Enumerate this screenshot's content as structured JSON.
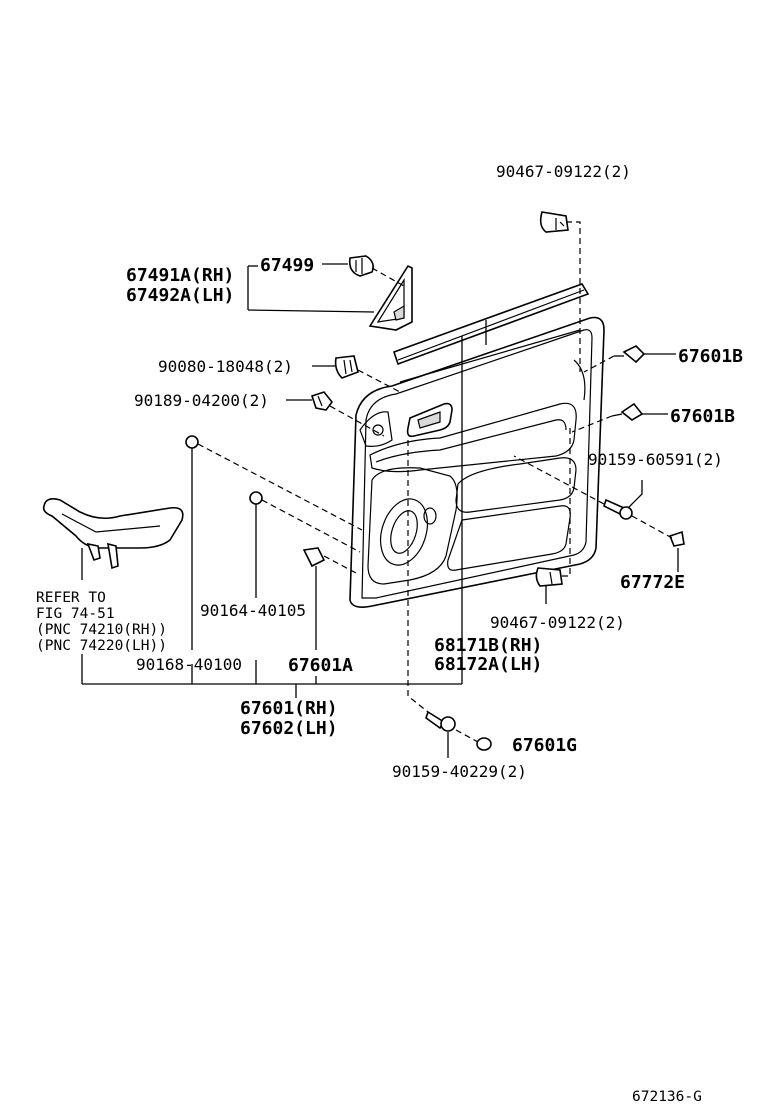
{
  "diagram": {
    "labels": {
      "clip_90467_top": "90467-09122(2)",
      "p67491a": "67491A(RH)",
      "p67492a": "67492A(LH)",
      "p67499": "67499",
      "p90080": "90080-18048(2)",
      "p67601b_1": "67601B",
      "p90189": "90189-04200(2)",
      "p67601b_2": "67601B",
      "p90159_60591": "90159-60591(2)",
      "p67772e": "67772E",
      "clip_90467_bottom": "90467-09122(2)",
      "refer_1": "REFER TO",
      "refer_2": "FIG 74-51",
      "refer_3": "(PNC 74210(RH))",
      "refer_4": "(PNC 74220(LH))",
      "p90164": "90164-40105",
      "p90168": "90168-40100",
      "p67601a": "67601A",
      "p68171b": "68171B(RH)",
      "p68172a": "68172A(LH)",
      "p67601_rh": "67601(RH)",
      "p67602_lh": "67602(LH)",
      "p67601g": "67601G",
      "p90159_40229": "90159-40229(2)",
      "figure_code": "672136-G"
    }
  }
}
